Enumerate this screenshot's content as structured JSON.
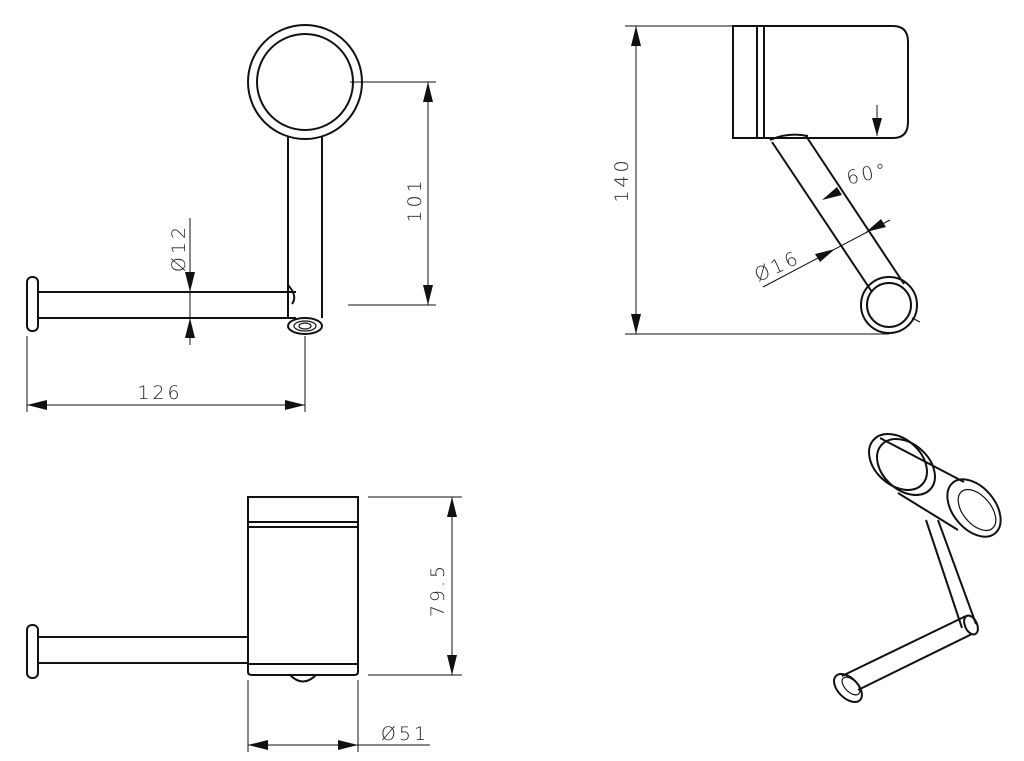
{
  "views": {
    "front": {
      "dims": {
        "rod_diameter": "Ø12",
        "height": "101",
        "width": "126"
      }
    },
    "side": {
      "dims": {
        "height": "140",
        "angle": "60°",
        "arm_diameter": "Ø16"
      }
    },
    "top": {
      "dims": {
        "height": "79.5",
        "diameter": "Ø51"
      }
    },
    "isometric": {}
  }
}
